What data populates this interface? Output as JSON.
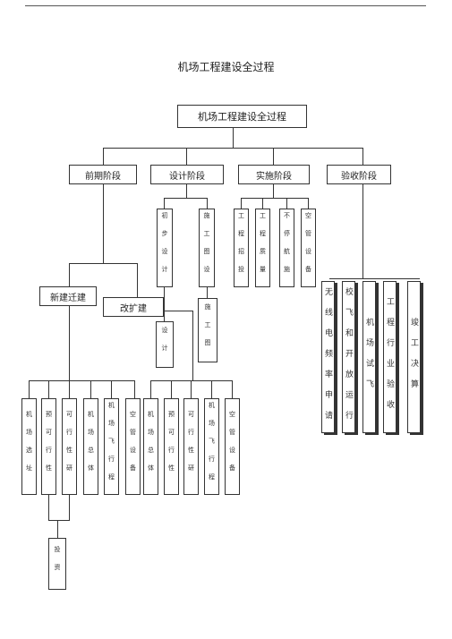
{
  "page_title": "机场工程建设全过程",
  "root": "机场工程建设全过程",
  "phases": [
    "前期阶段",
    "设计阶段",
    "实施阶段",
    "验收阶段"
  ],
  "design": [
    "初步设计",
    "施工图设"
  ],
  "design_sub": [
    "设计",
    "施工图"
  ],
  "implementation": [
    "工程招投",
    "工程质量",
    "不停航施",
    "空管设备"
  ],
  "acceptance": [
    "无线电频率申请",
    "校飞和开放运行",
    "机场试飞",
    "工程行业验收",
    "竣工决算"
  ],
  "early": [
    "新建迁建",
    "改扩建"
  ],
  "new_items": [
    "机场选址",
    "预可行性",
    "可行性研",
    "机场总体",
    "机场飞行程",
    "空管设备"
  ],
  "expand_items": [
    "机场总体",
    "预可行性",
    "可行性研",
    "机场飞行程",
    "空管设备"
  ],
  "investment": "投资"
}
